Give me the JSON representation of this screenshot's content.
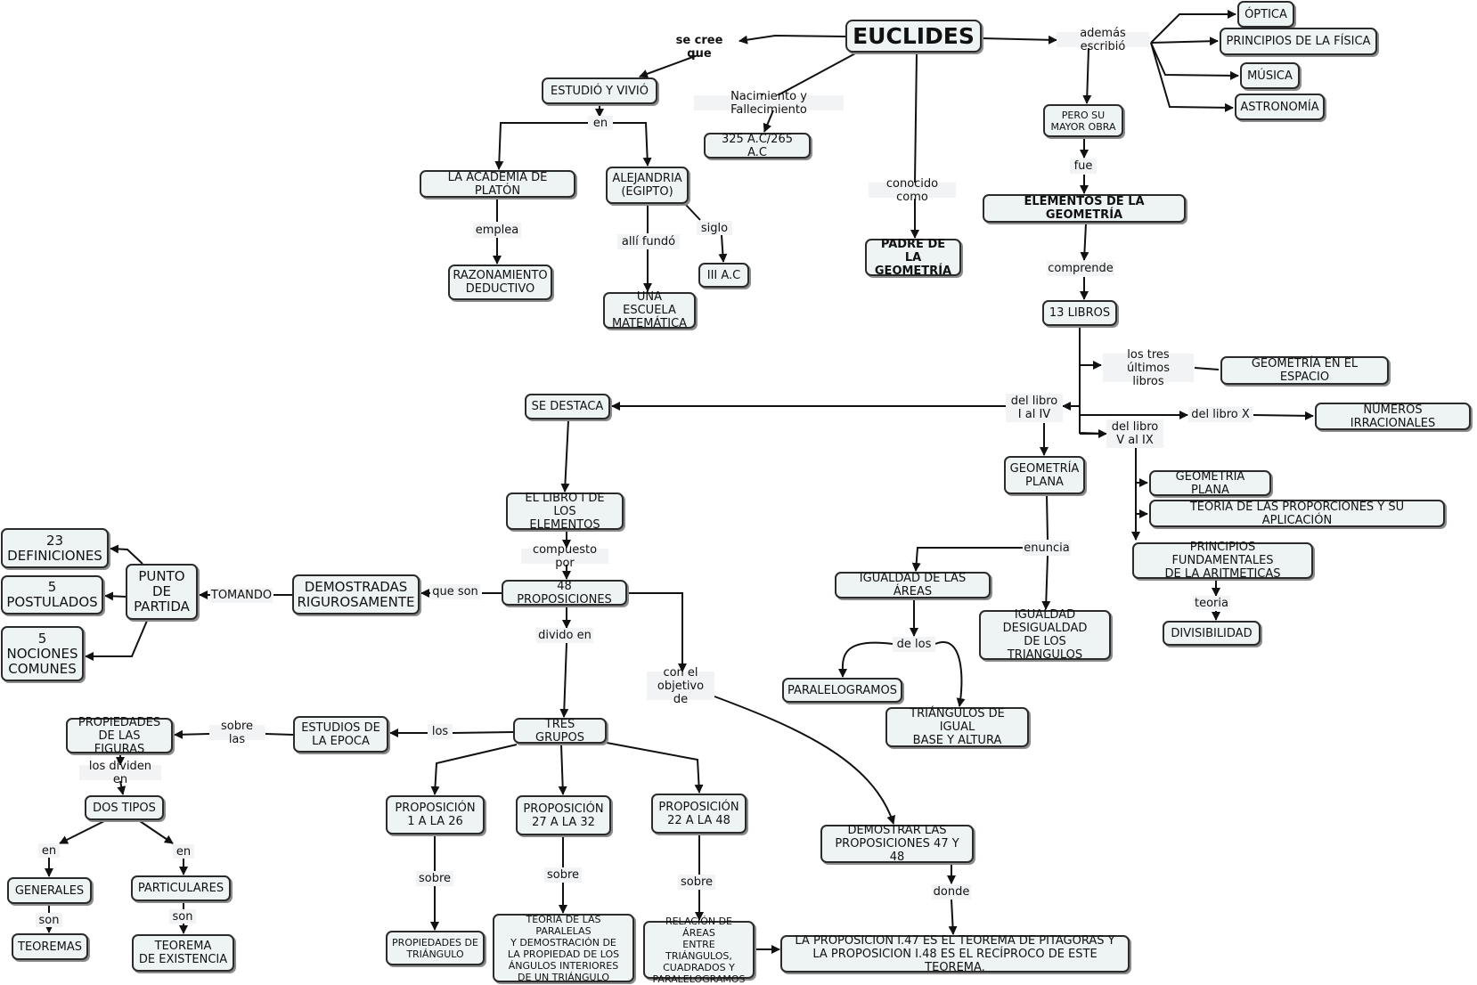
{
  "nodes": {
    "euclides": "EUCLIDES",
    "estudio_vivio": "ESTUDIÓ Y VIVIÓ",
    "academia_platon": "LA ACADEMIA DE PLATÓN",
    "alejandria": "ALEJANDRIA\n(EGIPTO)",
    "razonamiento": "RAZONAMIENTO\nDEDUCTIVO",
    "escuela": "UNA ESCUELA\nMATEMÁTICA",
    "iii_ac": "III A.C",
    "fechas": "325 A.C/265 A.C",
    "padre": "PADRE DE LA\nGEOMETRÍA",
    "optica": "ÓPTICA",
    "principios_fisica": "PRINCIPIOS DE LA FÍSICA",
    "musica": "MÚSICA",
    "astronomia": "ASTRONOMÍA",
    "mayor_obra": "PERO SU\nMAYOR OBRA",
    "elementos": "ELEMENTOS DE LA GEOMETRÍA",
    "trece_libros": "13 LIBROS",
    "geometria_espacio": "GEOMETRÍA EN EL ESPACIO",
    "numeros_irracionales": "NÚMEROS IRRACIONALES",
    "se_destaca": "SE DESTACA",
    "geometria_plana_1": "GEOMETRÍA\nPLANA",
    "geometria_plana_2": "GEOMETRIA PLANA",
    "teoria_proporciones": "TEORIA DE LAS PROPORCIONES Y SU APLICACIÓN",
    "principios_aritmeticas": "PRINCIPIOS FUNDAMENTALES\nDE LA ARITMETICAS",
    "divisibilidad": "DIVISIBILIDAD",
    "igualdad_areas": "IGUALDAD DE LAS ÁREAS",
    "igualdad_desigualdad": "IGUALDAD\nDESIGUALDAD\nDE LOS TRIANGULOS",
    "paralelogramos": "PARALELOGRAMOS",
    "triangulos_base": "TRIÁNGULOS DE IGUAL\nBASE Y ALTURA",
    "libro_i": "EL LIBRO I DE LOS\nELEMENTOS",
    "proposiciones_48": "48 PROPOSICIONES",
    "demostradas": "DEMOSTRADAS\nRIGUROSAMENTE",
    "punto_partida": "PUNTO\nDE\nPARTIDA",
    "definiciones": "23\nDEFINICIONES",
    "postulados": "5\nPOSTULADOS",
    "nociones": "5\nNOCIONES\nCOMUNES",
    "tres_grupos": "TRES GRUPOS",
    "estudios_epoca": "ESTUDIOS DE\nLA EPOCA",
    "propiedades_figuras": "PROPIEDADES\nDE LAS FIGURAS",
    "dos_tipos": "DOS TIPOS",
    "generales": "GENERALES",
    "particulares": "PARTICULARES",
    "teoremas": "TEOREMAS",
    "teorema_existencia": "TEOREMA\nDE EXISTENCIA",
    "prop_1_26": "PROPOSICIÓN\n1 A LA 26",
    "prop_27_32": "PROPOSICIÓN\n27 A LA 32",
    "prop_22_48": "PROPOSICIÓN\n22 A LA 48",
    "propiedades_triangulo": "PROPIEDADES DE\nTRIÁNGULO",
    "teoria_paralelas": "TEORÍA DE LAS PARALELAS\nY DEMOSTRACIÓN DE\nLA PROPIEDAD DE LOS\nÁNGULOS INTERIORES\nDE UN TRIÁNGULO",
    "relacion_areas": "RELACIÓN DE ÁREAS\nENTRE TRIÁNGULOS,\nCUADRADOS Y\nPARALELOGRAMOS",
    "demostrar_47_48": "DEMOSTRAR LAS\nPROPOSICIONES 47 Y 48",
    "pitagoras": "LA PROPOSICION I.47 ES EL TEOREMA DE PITAGORAS Y\nLA PROPOSICION I.48 ES EL RECÍPROCO DE ESTE TEOREMA."
  },
  "labels": {
    "se_cree_que": "se cree que",
    "en_1": "en",
    "emplea": "emplea",
    "alli_fundo": "allí fundó",
    "siglo": "siglo",
    "nacimiento": "Nacimiento y Fallecimiento",
    "conocido_como": "conocido como",
    "ademas_escribio": "además escribió",
    "fue": "fue",
    "comprende": "comprende",
    "tres_ultimos": "los tres últimos\nlibros",
    "libro_i_iv": "del libro\nI al IV",
    "libro_x": "del libro X",
    "libro_v_ix": "del libro\nV al IX",
    "enuncia": "enuncia",
    "de_los": "de los",
    "teoria": "teoria",
    "compuesto_por": "compuesto por",
    "que_son": "que son",
    "tomando": "TOMANDO",
    "dividio_en": "divido en",
    "con_objetivo": "con el\nobjetivo de",
    "los": "los",
    "sobre_las": "sobre las",
    "los_dividen_en": "los dividen en",
    "en_2": "en",
    "en_3": "en",
    "son_1": "son",
    "son_2": "son",
    "sobre_1": "sobre",
    "sobre_2": "sobre",
    "sobre_3": "sobre",
    "donde": "donde"
  }
}
